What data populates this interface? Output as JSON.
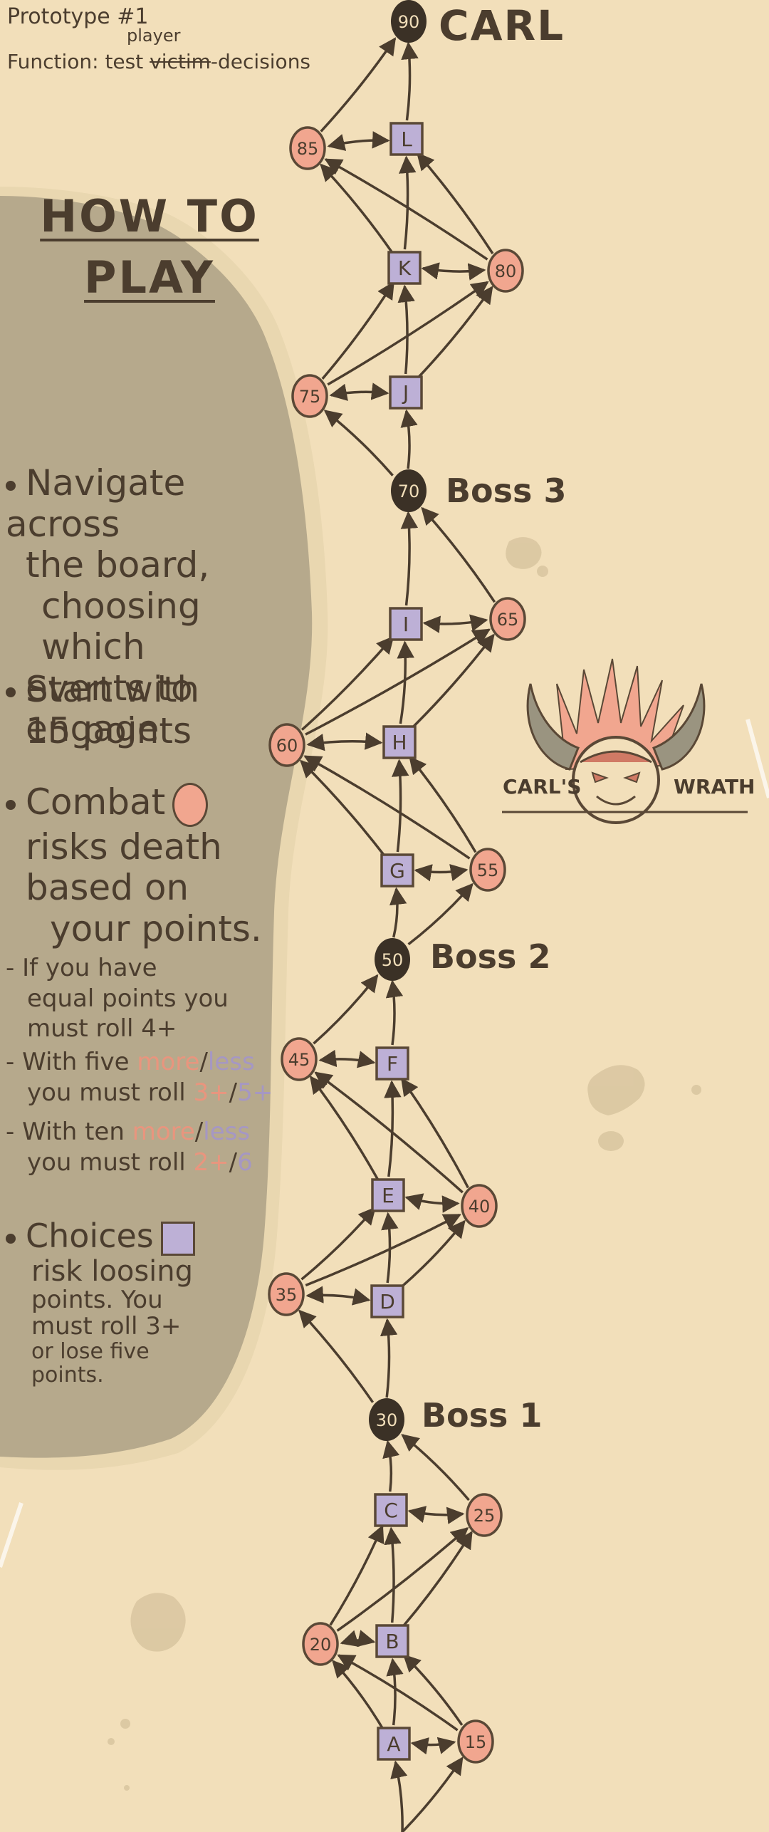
{
  "header": {
    "title": "Prototype #1",
    "function_label": "Function:",
    "function_text": "test",
    "struck_word": "victim",
    "inserted_word": "player",
    "function_end": "decisions"
  },
  "rules": {
    "heading_line1": "HOW TO",
    "heading_line2": "PLAY",
    "navigate": [
      "Navigate across",
      "the board,",
      "choosing which",
      "events to engage"
    ],
    "start": [
      "Start with",
      "15 points"
    ],
    "combat": [
      "Combat",
      "risks death",
      "based on",
      "your points."
    ],
    "combat_equal": [
      "If you have",
      "equal points you",
      "must roll 4+"
    ],
    "combat_five_a": "With five ",
    "combat_five_more": "more",
    "combat_five_sep": "/",
    "combat_five_less": "less",
    "combat_five_b": "you must roll ",
    "combat_five_roll_more": "3+",
    "combat_five_roll_sep": "/",
    "combat_five_roll_less": "5+",
    "combat_ten_a": "With ten ",
    "combat_ten_more": "more",
    "combat_ten_sep": "/",
    "combat_ten_less": "less",
    "combat_ten_b": "you must roll ",
    "combat_ten_roll_more": "2+",
    "combat_ten_roll_sep": "/",
    "combat_ten_roll_less": "6",
    "choices": [
      "Choices",
      "risk loosing",
      "points. You",
      "must roll 3+",
      "or lose five",
      "points."
    ]
  },
  "board": {
    "end_title": "CARL",
    "boss_labels": [
      "Boss 3",
      "Boss 2",
      "Boss 1"
    ],
    "carl_word": "CARL'S",
    "wrath_word": "WRATH",
    "nodes": [
      {
        "id": "A",
        "kind": "choice",
        "label": "A"
      },
      {
        "id": "B",
        "kind": "choice",
        "label": "B"
      },
      {
        "id": "C",
        "kind": "choice",
        "label": "C"
      },
      {
        "id": "D",
        "kind": "choice",
        "label": "D"
      },
      {
        "id": "E",
        "kind": "choice",
        "label": "E"
      },
      {
        "id": "F",
        "kind": "choice",
        "label": "F"
      },
      {
        "id": "G",
        "kind": "choice",
        "label": "G"
      },
      {
        "id": "H",
        "kind": "choice",
        "label": "H"
      },
      {
        "id": "I",
        "kind": "choice",
        "label": "I"
      },
      {
        "id": "J",
        "kind": "choice",
        "label": "J"
      },
      {
        "id": "K",
        "kind": "choice",
        "label": "K"
      },
      {
        "id": "L",
        "kind": "choice",
        "label": "L"
      },
      {
        "id": "c15",
        "kind": "combat",
        "label": "15"
      },
      {
        "id": "c20",
        "kind": "combat",
        "label": "20"
      },
      {
        "id": "c25",
        "kind": "combat",
        "label": "25"
      },
      {
        "id": "c35",
        "kind": "combat",
        "label": "35"
      },
      {
        "id": "c40",
        "kind": "combat",
        "label": "40"
      },
      {
        "id": "c45",
        "kind": "combat",
        "label": "45"
      },
      {
        "id": "c55",
        "kind": "combat",
        "label": "55"
      },
      {
        "id": "c60",
        "kind": "combat",
        "label": "60"
      },
      {
        "id": "c65",
        "kind": "combat",
        "label": "65"
      },
      {
        "id": "c75",
        "kind": "combat",
        "label": "75"
      },
      {
        "id": "c80",
        "kind": "combat",
        "label": "80"
      },
      {
        "id": "c85",
        "kind": "combat",
        "label": "85"
      },
      {
        "id": "b30",
        "kind": "boss",
        "label": "30"
      },
      {
        "id": "b50",
        "kind": "boss",
        "label": "50"
      },
      {
        "id": "b70",
        "kind": "boss",
        "label": "70"
      },
      {
        "id": "b90",
        "kind": "boss",
        "label": "90"
      }
    ],
    "edges": [
      [
        "start",
        "A"
      ],
      [
        "start",
        "c15"
      ],
      [
        "A",
        "c15",
        "both"
      ],
      [
        "A",
        "B"
      ],
      [
        "A",
        "c20"
      ],
      [
        "c15",
        "B"
      ],
      [
        "c15",
        "c20"
      ],
      [
        "B",
        "c20",
        "both"
      ],
      [
        "B",
        "C"
      ],
      [
        "B",
        "c25"
      ],
      [
        "c20",
        "C"
      ],
      [
        "c20",
        "c25"
      ],
      [
        "C",
        "c25",
        "both"
      ],
      [
        "C",
        "b30"
      ],
      [
        "c25",
        "b30"
      ],
      [
        "b30",
        "D"
      ],
      [
        "b30",
        "c35"
      ],
      [
        "D",
        "c35",
        "both"
      ],
      [
        "D",
        "E"
      ],
      [
        "D",
        "c40"
      ],
      [
        "c35",
        "E"
      ],
      [
        "c35",
        "c40"
      ],
      [
        "E",
        "c40",
        "both"
      ],
      [
        "E",
        "F"
      ],
      [
        "E",
        "c45"
      ],
      [
        "c40",
        "F"
      ],
      [
        "c40",
        "c45"
      ],
      [
        "F",
        "c45",
        "both"
      ],
      [
        "F",
        "b50"
      ],
      [
        "c45",
        "b50"
      ],
      [
        "b50",
        "G"
      ],
      [
        "b50",
        "c55"
      ],
      [
        "G",
        "c55",
        "both"
      ],
      [
        "G",
        "H"
      ],
      [
        "G",
        "c60"
      ],
      [
        "c55",
        "H"
      ],
      [
        "c55",
        "c60"
      ],
      [
        "H",
        "c60",
        "both"
      ],
      [
        "H",
        "I"
      ],
      [
        "H",
        "c65"
      ],
      [
        "c60",
        "I"
      ],
      [
        "c60",
        "c65"
      ],
      [
        "I",
        "c65",
        "both"
      ],
      [
        "I",
        "b70"
      ],
      [
        "c65",
        "b70"
      ],
      [
        "b70",
        "J"
      ],
      [
        "b70",
        "c75"
      ],
      [
        "J",
        "c75",
        "both"
      ],
      [
        "J",
        "K"
      ],
      [
        "J",
        "c80"
      ],
      [
        "c75",
        "K"
      ],
      [
        "c75",
        "c80"
      ],
      [
        "K",
        "c80",
        "both"
      ],
      [
        "K",
        "L"
      ],
      [
        "K",
        "c85"
      ],
      [
        "c80",
        "L"
      ],
      [
        "c80",
        "c85"
      ],
      [
        "L",
        "c85",
        "both"
      ],
      [
        "L",
        "b90"
      ],
      [
        "c85",
        "b90"
      ]
    ]
  },
  "colors": {
    "background": "#f2dfba",
    "panel": "#b6a98c",
    "panel_edge": "#e9d7b0",
    "ink": "#4b3d2e",
    "combat": "#f1a68f",
    "choice": "#bdb0d6",
    "boss": "#3b3126",
    "stain": "#d9c7a2"
  }
}
